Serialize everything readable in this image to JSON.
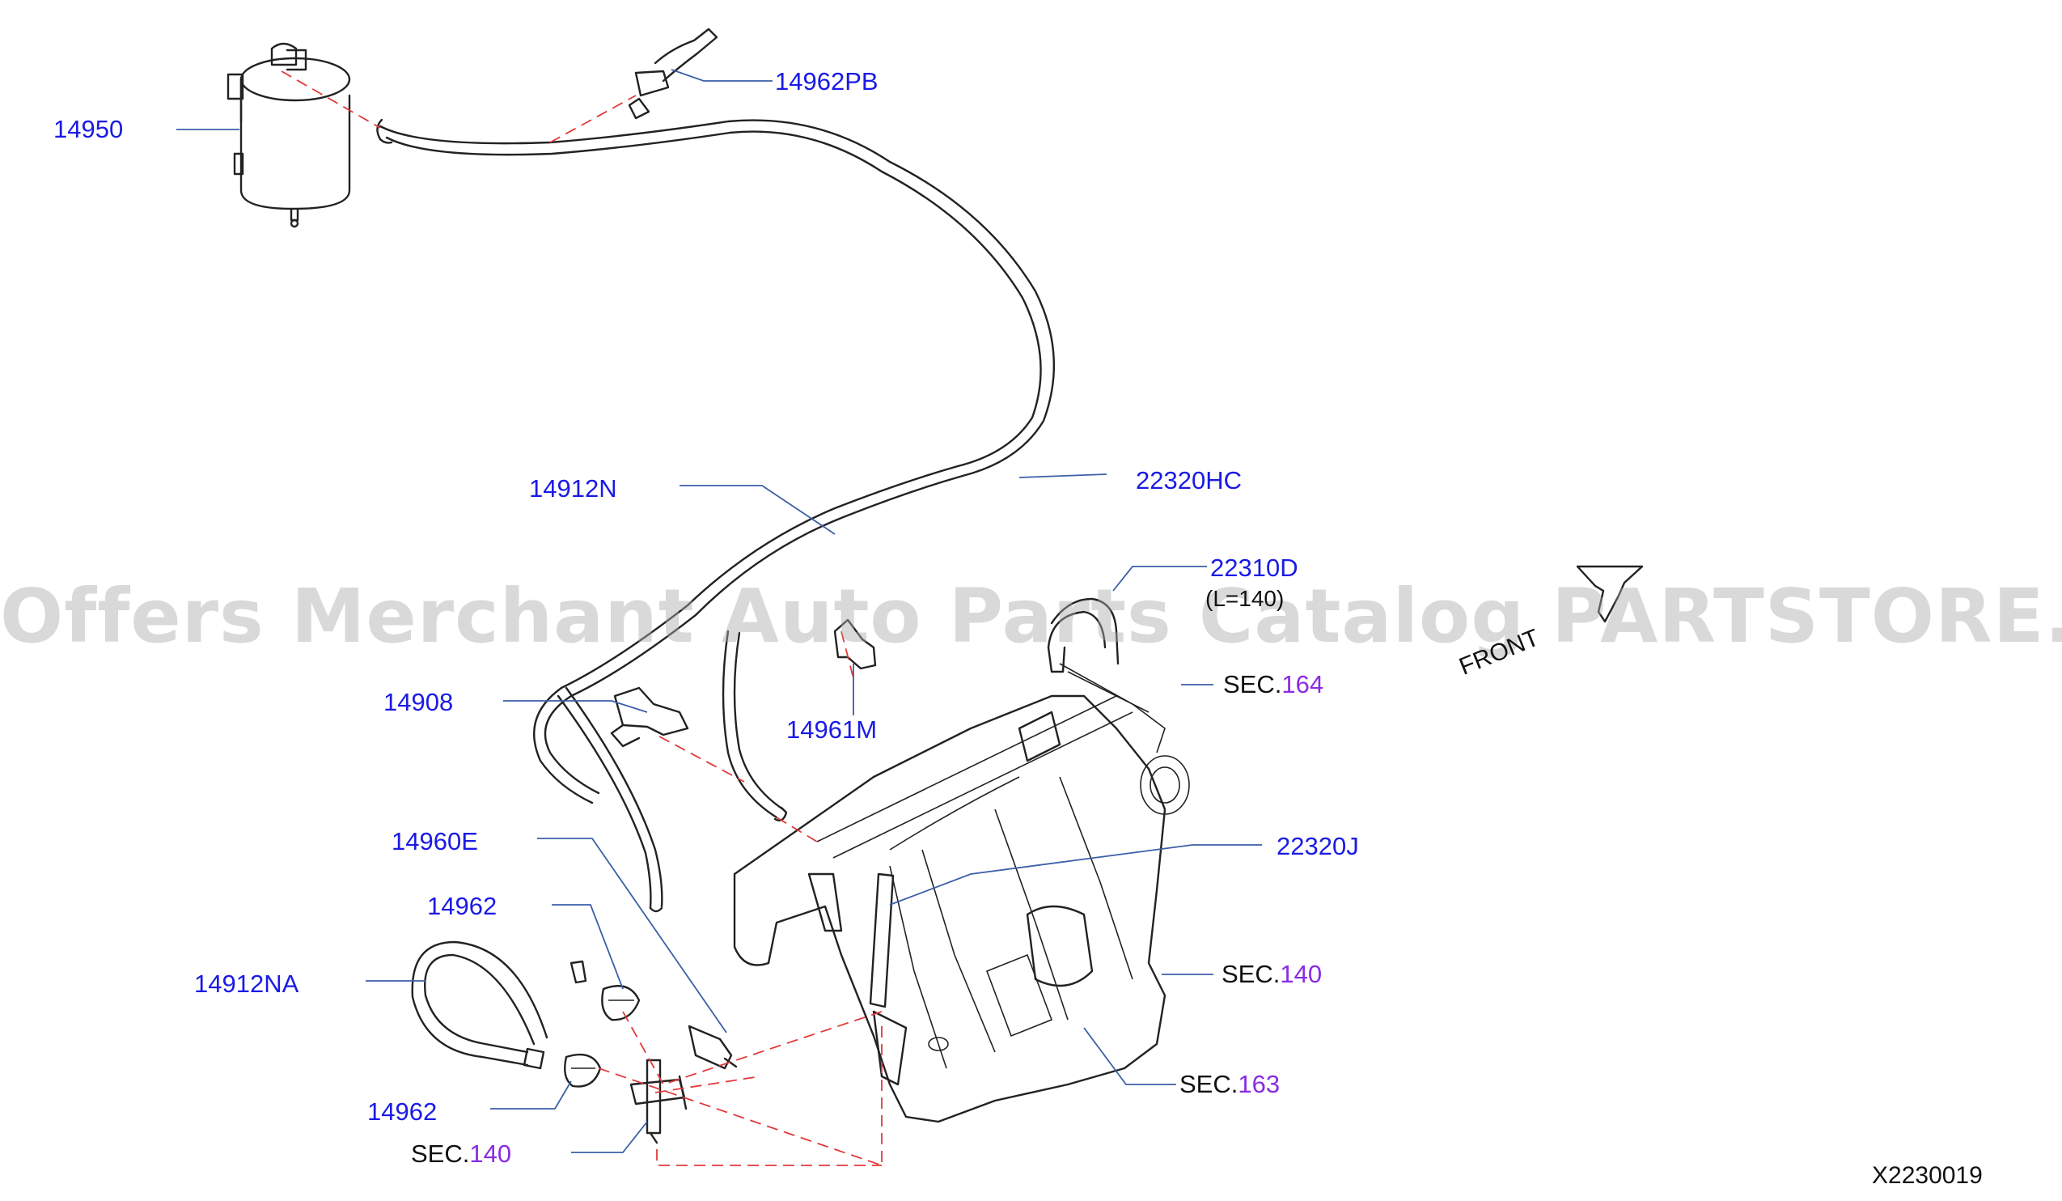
{
  "watermark": "Offers Merchant Auto Parts Catalog PARTSTORE.SA",
  "diagram_id": "X2230019",
  "front_label": "FRONT",
  "callouts": {
    "p14950": "14950",
    "p14962PB": "14962PB",
    "p22320HC": "22320HC",
    "p14912N": "14912N",
    "p22310D": "22310D",
    "p22310D_note": "(L=140)",
    "p14908": "14908",
    "p14961M": "14961M",
    "p22320J": "22320J",
    "p14960E": "14960E",
    "p14962_upper": "14962",
    "p14912NA": "14912NA",
    "p14962_lower": "14962"
  },
  "sections": {
    "s164": {
      "prefix": "SEC.",
      "number": "164"
    },
    "s140_right": {
      "prefix": "SEC.",
      "number": "140"
    },
    "s163": {
      "prefix": "SEC.",
      "number": "163"
    },
    "s140_left": {
      "prefix": "SEC.",
      "number": "140"
    }
  },
  "colors": {
    "part_number": "#1a1ae6",
    "section_number": "#8a2be2",
    "leader": "#3b5fa8",
    "dashed_guide": "#e23a3a",
    "drawing": "#222222"
  }
}
